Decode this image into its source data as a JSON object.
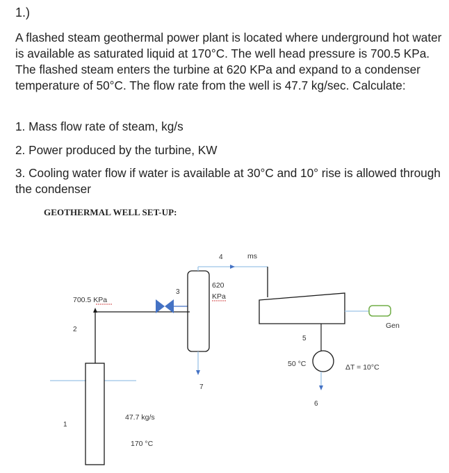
{
  "problem": {
    "number": "1.)",
    "intro": "A flashed steam geothermal power plant is located where underground hot water is available as saturated liquid at 170°C. The well head pressure is 700.5 KPa. The flashed steam enters the turbine at 620 KPa and expand to a condenser temperature of 50°C. The flow rate from the well is 47.7 kg/sec. Calculate:",
    "questions": [
      "1. Mass flow rate of steam, kg/s",
      "2. Power produced by the turbine, KW",
      "3. Cooling water flow if water is available at 30°C and 10° rise is allowed through the condenser"
    ]
  },
  "diagram": {
    "title": "GEOTHERMAL WELL SET-UP:",
    "labels": {
      "wellhead_pressure": "700.5 KPa",
      "state_1": "1",
      "state_2": "2",
      "state_3": "3",
      "state_4": "4",
      "state_5": "5",
      "state_6": "6",
      "state_7": "7",
      "steam_flow": "ms",
      "separator_pressure_value": "620",
      "separator_pressure_unit": "KPa",
      "condenser_temp": "50 °C",
      "cooling_rise": "ΔT = 10°C",
      "generator": "Gen",
      "well_flow": "47.7 kg/s",
      "well_temp": "170 °C"
    },
    "colors": {
      "pipe": "#1a1a1a",
      "water_line": "#9cc3e6",
      "generator": "#70ad47",
      "arrow": "#4472c4",
      "underline": "#c00000"
    }
  }
}
